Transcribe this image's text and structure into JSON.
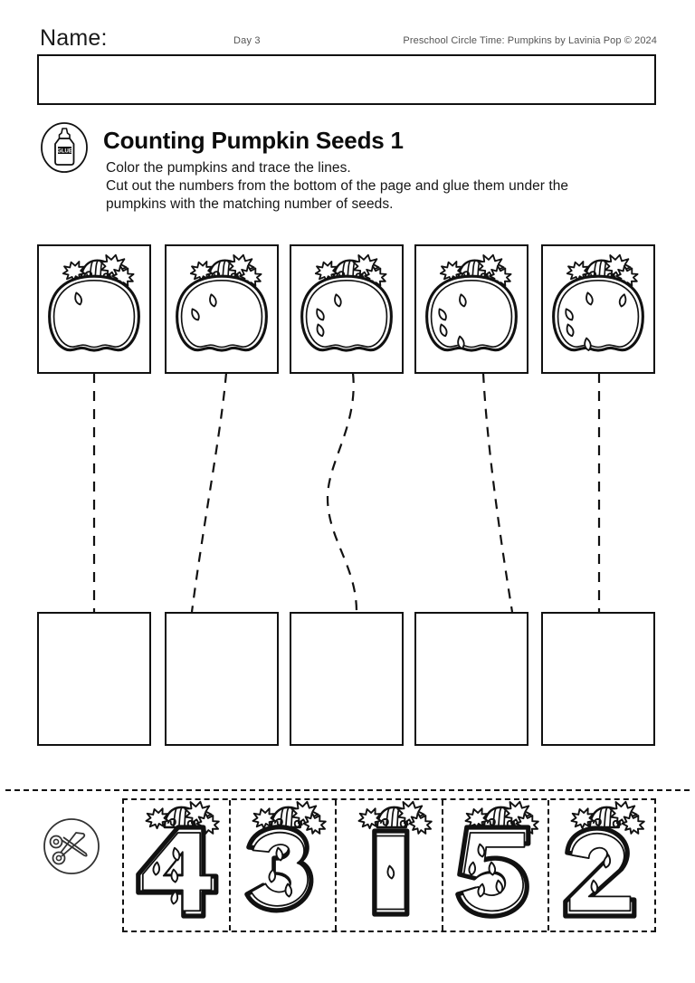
{
  "header": {
    "name_label": "Name:",
    "day_label": "Day 3",
    "credit": "Preschool Circle Time: Pumpkins by Lavinia Pop © 2024",
    "name_value": ""
  },
  "title_block": {
    "badge_icon": "glue-bottle-icon",
    "badge_text": "GLUE",
    "title": "Counting Pumpkin Seeds 1",
    "instruction_line_1": "Color the pumpkins and trace the lines.",
    "instruction_line_2": "Cut out the numbers from the bottom of the page and glue them under the",
    "instruction_line_3": "pumpkins with the matching number of seeds."
  },
  "pumpkins": [
    {
      "id": "pumpkin-1",
      "seed_count": 1
    },
    {
      "id": "pumpkin-2",
      "seed_count": 2
    },
    {
      "id": "pumpkin-3",
      "seed_count": 3
    },
    {
      "id": "pumpkin-4",
      "seed_count": 4
    },
    {
      "id": "pumpkin-5",
      "seed_count": 5
    }
  ],
  "answer_boxes": [
    {
      "id": "answer-box-1",
      "value": ""
    },
    {
      "id": "answer-box-2",
      "value": ""
    },
    {
      "id": "answer-box-3",
      "value": ""
    },
    {
      "id": "answer-box-4",
      "value": ""
    },
    {
      "id": "answer-box-5",
      "value": ""
    }
  ],
  "trace_lines": [
    {
      "id": "trace-line-1",
      "style": "straight"
    },
    {
      "id": "trace-line-2",
      "style": "diagonal"
    },
    {
      "id": "trace-line-3",
      "style": "wavy"
    },
    {
      "id": "trace-line-4",
      "style": "diagonal"
    },
    {
      "id": "trace-line-5",
      "style": "straight"
    }
  ],
  "cut_strip": {
    "scissors_icon": "scissors-icon",
    "tiles": [
      {
        "id": "number-tile-4",
        "number": "4",
        "seed_count": 4
      },
      {
        "id": "number-tile-3",
        "number": "3",
        "seed_count": 3
      },
      {
        "id": "number-tile-1",
        "number": "1",
        "seed_count": 1
      },
      {
        "id": "number-tile-5",
        "number": "5",
        "seed_count": 5
      },
      {
        "id": "number-tile-2",
        "number": "2",
        "seed_count": 2
      }
    ]
  },
  "colors": {
    "ink": "#111111",
    "muted_text": "#555555",
    "paper": "#ffffff"
  }
}
